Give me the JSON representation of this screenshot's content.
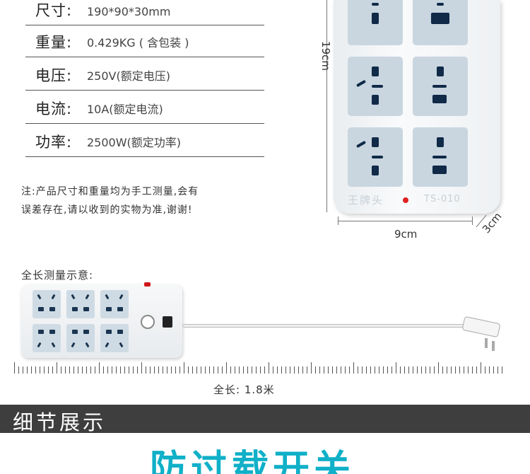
{
  "specs": [
    {
      "label": "尺寸:",
      "value": "190*90*30mm"
    },
    {
      "label": "重量:",
      "value": "0.429KG ( 含包装 )"
    },
    {
      "label": "电压:",
      "value": "250V(额定电压)"
    },
    {
      "label": "电流:",
      "value": "10A(额定电流)"
    },
    {
      "label": "功率:",
      "value": "2500W(额定功率)"
    }
  ],
  "note": {
    "line1": "注:产品尺寸和重量均为手工测量,会有",
    "line2": "误差存在,请以收到的实物为准,谢谢!"
  },
  "product_image": {
    "height_label": "19cm",
    "width_label": "9cm",
    "depth_label": "3cm",
    "brand_text": "王牌头",
    "model_text": "TS-010"
  },
  "length_section": {
    "title": "全长测量示意:",
    "total_length": "全长: 1.8米"
  },
  "detail_section": {
    "title": "细节展示"
  },
  "feature_title": "防过载开关"
}
